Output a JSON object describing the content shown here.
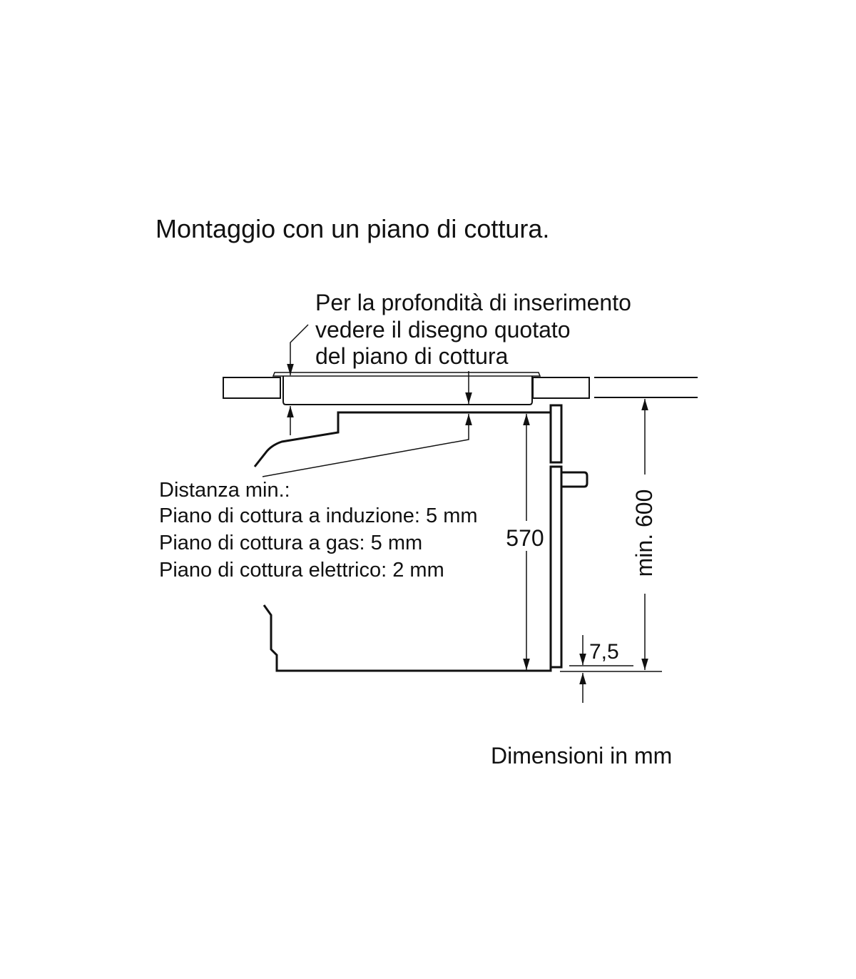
{
  "title": "Montaggio con un piano di cottura.",
  "hob_note": {
    "lines": [
      "Per la profondità di inserimento",
      "vedere il disegno quotato",
      "del piano di cottura"
    ]
  },
  "distance_note": {
    "lines": [
      "Distanza min.:",
      "Piano di cottura a induzione: 5 mm",
      "Piano di cottura a gas: 5 mm",
      "Piano di cottura elettrico: 2 mm"
    ]
  },
  "dimensions": {
    "oven_height": "570",
    "niche_height": "min. 600",
    "bottom_offset": "7,5"
  },
  "units_note": "Dimensioni in mm"
}
